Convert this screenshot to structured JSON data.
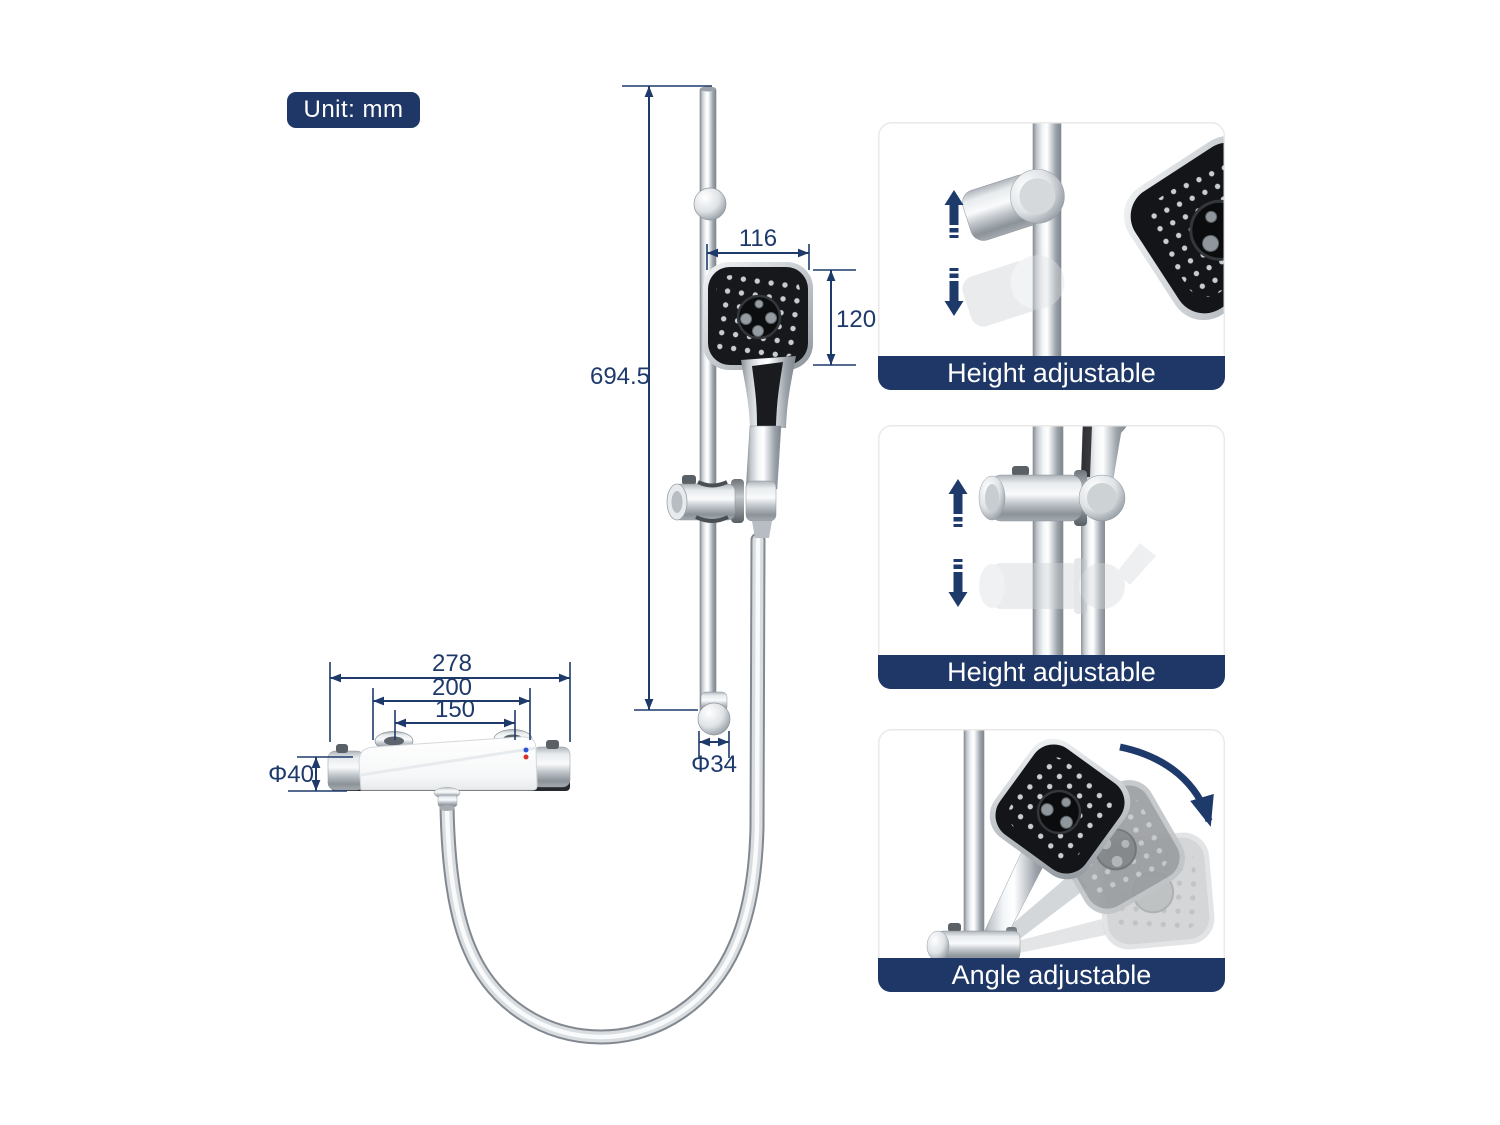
{
  "unit_badge": {
    "label": "Unit: mm"
  },
  "dimensions": {
    "slide_bar_length": "694.5",
    "head_width": "116",
    "head_height": "120",
    "bottom_mount_diameter": "Φ34",
    "valve_width": "278",
    "mount_spacing_outer": "200",
    "mount_spacing_center": "150",
    "valve_body_diameter": "Φ40"
  },
  "feature_panels": [
    {
      "caption": "Height adjustable"
    },
    {
      "caption": "Height adjustable"
    },
    {
      "caption": "Angle adjustable"
    }
  ],
  "colors": {
    "dimension_ink": "#1e3a6b",
    "caption_bar_bg": "#1e3766",
    "caption_text": "#ffffff",
    "badge_bg": "#1e3766",
    "badge_text": "#ffffff"
  }
}
